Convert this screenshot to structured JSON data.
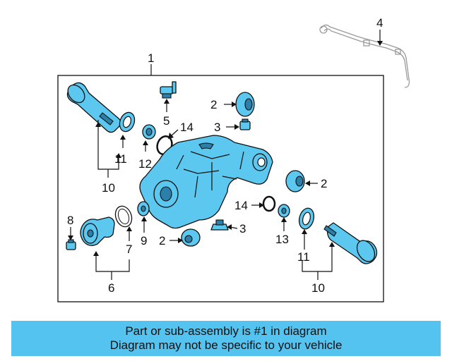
{
  "callouts": {
    "c1": "1",
    "c2a": "2",
    "c2b": "2",
    "c2c": "2",
    "c3a": "3",
    "c3b": "3",
    "c4": "4",
    "c5": "5",
    "c6": "6",
    "c7": "7",
    "c8": "8",
    "c9": "9",
    "c10a": "10",
    "c10b": "10",
    "c11a": "11",
    "c11b": "11",
    "c12": "12",
    "c13": "13",
    "c14a": "14",
    "c14b": "14"
  },
  "banner": {
    "line1": "Part or sub-assembly is #1 in diagram",
    "line2": "Diagram may not be specific to your vehicle"
  },
  "colors": {
    "part_fill": "#5cc8ef",
    "banner_bg": "#55c3f0"
  }
}
